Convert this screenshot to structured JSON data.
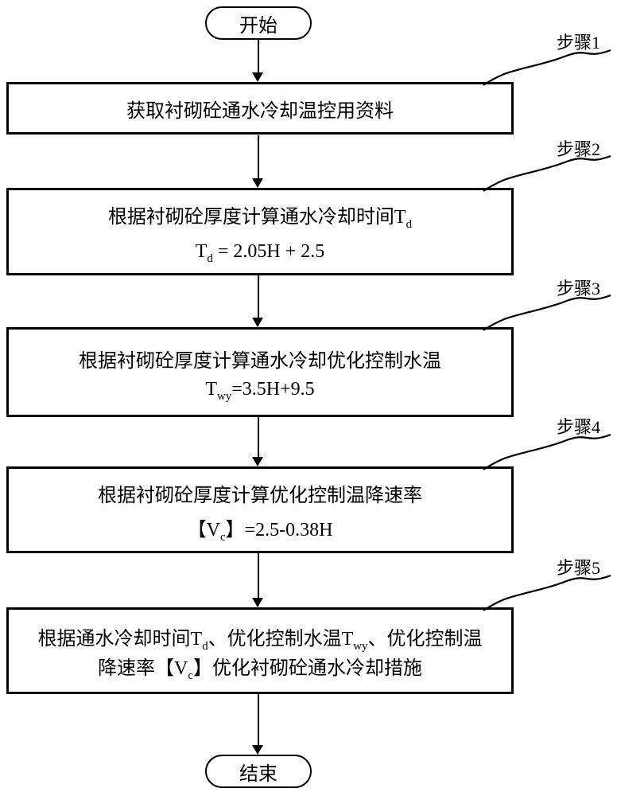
{
  "colors": {
    "ink": "#000000",
    "background": "#ffffff"
  },
  "flowchart": {
    "start_label": "开始",
    "end_label": "结束",
    "steps": [
      {
        "label": "步骤1",
        "lines": [
          [
            {
              "t": "获取衬砌砼通水冷却温控用资料"
            }
          ]
        ]
      },
      {
        "label": "步骤2",
        "lines": [
          [
            {
              "t": "根据衬砌砼厚度计算通水冷却时间T"
            },
            {
              "t": "d",
              "sub": true
            }
          ],
          [
            {
              "t": "T"
            },
            {
              "t": "d",
              "sub": true
            },
            {
              "t": " = 2.05H + 2.5"
            }
          ]
        ]
      },
      {
        "label": "步骤3",
        "lines": [
          [
            {
              "t": "根据衬砌砼厚度计算通水冷却优化控制水温"
            }
          ],
          [
            {
              "t": "T"
            },
            {
              "t": "wy",
              "sub": true
            },
            {
              "t": "=3.5H+9.5"
            }
          ]
        ]
      },
      {
        "label": "步骤4",
        "lines": [
          [
            {
              "t": "根据衬砌砼厚度计算优化控制温降速率"
            }
          ],
          [
            {
              "t": "【V"
            },
            {
              "t": "c",
              "sub": true
            },
            {
              "t": "】=2.5-0.38H"
            }
          ]
        ]
      },
      {
        "label": "步骤5",
        "lines": [
          [
            {
              "t": "根据通水冷却时间T"
            },
            {
              "t": "d",
              "sub": true
            },
            {
              "t": "、优化控制水温T"
            },
            {
              "t": "wy",
              "sub": true
            },
            {
              "t": "、优化控制温"
            }
          ],
          [
            {
              "t": "降速率【V"
            },
            {
              "t": "c",
              "sub": true
            },
            {
              "t": "】优化衬砌砼通水冷却措施"
            }
          ]
        ]
      }
    ]
  }
}
